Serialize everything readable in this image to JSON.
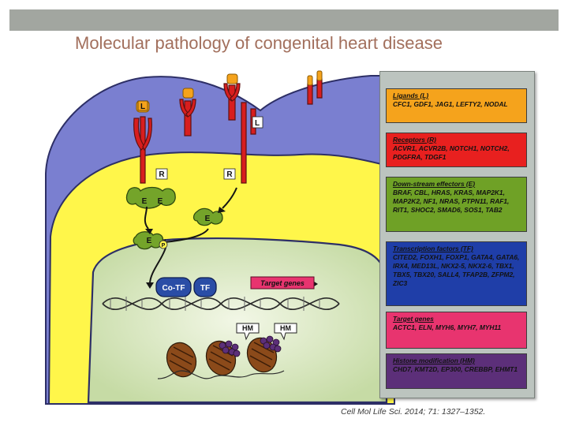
{
  "header": {
    "title": "Molecular pathology of congenital heart disease"
  },
  "diagram": {
    "ligand_label": "L",
    "receptor_label": "R",
    "effector_label": "E",
    "phospho_label": "P",
    "cofactor_label": "Co-TF",
    "tf_label": "TF",
    "target_genes_label": "Target genes",
    "histone_mod_label": "HM"
  },
  "legend": {
    "items": [
      {
        "heading": "Ligands (L)",
        "genes": "CFC1, GDF1, JAG1, LEFTY2, NODAL",
        "color": "#f5a31c"
      },
      {
        "heading": "Receptors (R)",
        "genes": "ACVR1, ACVR2B, NOTCH1, NOTCH2, PDGFRA, TDGF1",
        "color": "#e8201f"
      },
      {
        "heading": "Down-stream effectors (E)",
        "genes": "BRAF, CBL, HRAS, KRAS, MAP2K1, MAP2K2, NF1, NRAS, PTPN11, RAF1, RIT1, SHOC2, SMAD6, SOS1, TAB2",
        "color": "#6fa126"
      },
      {
        "heading": "Transcription factors (TF)",
        "genes": "CITED2, FOXH1, FOXP1, GATA4, GATA6, IRX4, MED13L, NKX2-5, NKX2-6, TBX1, TBX5, TBX20, SALL4, TFAP2B, ZFPM2, ZIC3",
        "color": "#1f3ea8"
      },
      {
        "heading": "Target genes",
        "genes": "ACTC1, ELN, MYH6, MYH7, MYH11",
        "color": "#e8346f"
      },
      {
        "heading": "Histone modification (HM)",
        "genes": "CHD7, KMT2D, EP300, CREBBP, EHMT1",
        "color": "#5c2f79"
      }
    ]
  },
  "citation": "Cell Mol Life Sci. 2014; 71: 1327–1352."
}
